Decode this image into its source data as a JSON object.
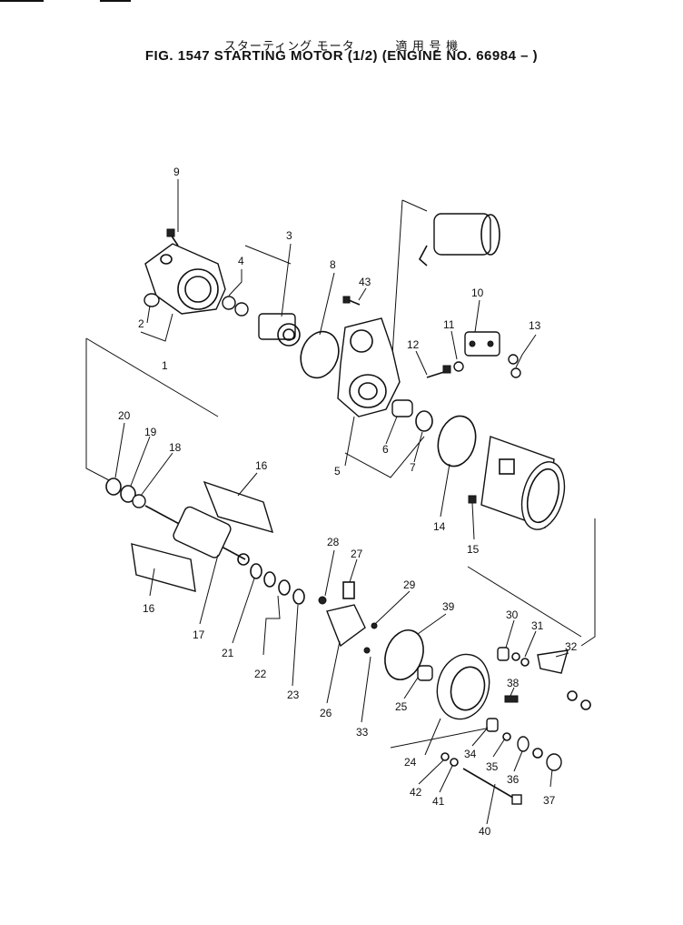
{
  "header": {
    "title_jp_left": "スターティング モータ",
    "title_jp_right": "適 用 号 機",
    "title_en": "FIG. 1547  STARTING MOTOR (1/2) (ENGINE NO. 66984 – )"
  },
  "callouts": [
    "1",
    "2",
    "3",
    "4",
    "5",
    "6",
    "7",
    "8",
    "9",
    "10",
    "11",
    "12",
    "13",
    "14",
    "15",
    "16",
    "16",
    "17",
    "18",
    "19",
    "20",
    "21",
    "22",
    "23",
    "24",
    "25",
    "26",
    "27",
    "28",
    "29",
    "30",
    "31",
    "32",
    "33",
    "34",
    "35",
    "36",
    "37",
    "38",
    "39",
    "40",
    "41",
    "42",
    "43"
  ]
}
